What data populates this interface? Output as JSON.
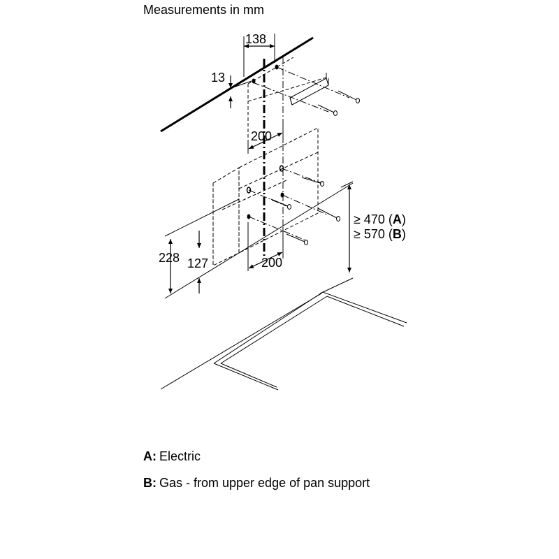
{
  "title": "Measurements in mm",
  "dimensions": {
    "d138": "138",
    "d13": "13",
    "d200_top": "200",
    "d200_bottom": "200",
    "d228": "228",
    "d127": "127",
    "height_a_prefix": "≥ 470 (",
    "height_a_key": "A",
    "height_a_suffix": ")",
    "height_b_prefix": "≥ 570 (",
    "height_b_key": "B",
    "height_b_suffix": ")"
  },
  "legend": [
    {
      "key": "A:",
      "text": "Electric"
    },
    {
      "key": "B:",
      "text": "Gas - from upper edge of pan support"
    }
  ]
}
